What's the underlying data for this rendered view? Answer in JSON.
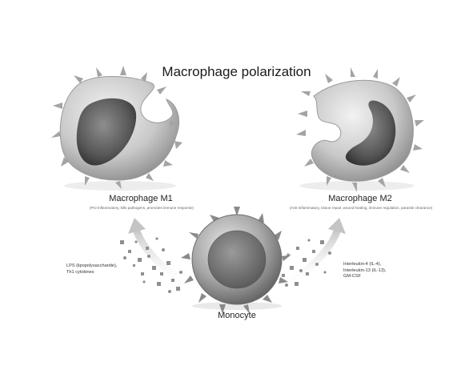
{
  "title": "Macrophage polarization",
  "m1": {
    "name": "Macrophage M1",
    "description": "(Pro-inflammatory, kills pathogens, promotes immune response)"
  },
  "m2": {
    "name": "Macrophage M2",
    "description": "(Anti-inflammatory, tissue repair, wound healing, immune regulation, parasite clearance)"
  },
  "monocyte": {
    "name": "Monocyte"
  },
  "m1_stimuli": [
    "LPS (lipopolysaccharide),",
    "Th1 cytokines"
  ],
  "m2_stimuli": [
    "Interleukin-4 (IL-4),",
    "Interleukin-13 (IL-13),",
    "GM-CSF"
  ],
  "colors": {
    "cell_body": "#c9c9c9",
    "nucleus": "#5a5a5a",
    "arrow": "#cfcfcf",
    "particles": "#8a8a8a"
  }
}
